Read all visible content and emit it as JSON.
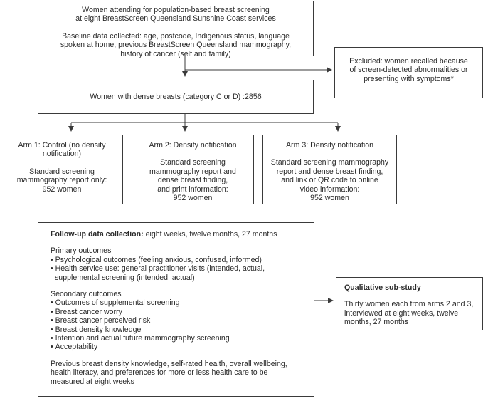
{
  "top": {
    "line1": "Women attending for population-based breast screening",
    "line2": "at eight BreastScreen Queensland Sunshine Coast services",
    "baseline1": "Baseline data collected:  age, postcode, Indigenous status, language",
    "baseline2": "spoken at home, previous BreastScreen Queensland mammography,",
    "baseline3": "history of cancer (self and family)"
  },
  "excluded": {
    "line1": "Excluded: women recalled because",
    "line2": "of screen-detected abnormalities or",
    "line3": "presenting with symptoms*"
  },
  "dense": {
    "label": "Women with dense breasts (category C or D) :2856"
  },
  "arms": [
    {
      "title1": "Arm 1: Control (no density",
      "title2": "notification)",
      "body1": "Standard screening",
      "body2": "mammography report only:",
      "body3": "952 women"
    },
    {
      "title1": "Arm 2: Density notification",
      "body1": "Standard screening",
      "body2": "mammography report and",
      "body3": "dense breast finding,",
      "body4": "and print information:",
      "body5": "952 women"
    },
    {
      "title1": "Arm 3: Density notification",
      "body1": "Standard screening mammography",
      "body2": "report and dense breast finding,",
      "body3": "and link or QR code to online",
      "body4": "video information:",
      "body5": "952 women"
    }
  ],
  "followup": {
    "heading": "Follow-up data collection:",
    "heading_rest": " eight weeks, twelve months, 27 months",
    "primary_title": "Primary outcomes",
    "primary": [
      "Psychological outcomes (feeling anxious, confused, informed)",
      "Health service use: general practitioner visits (intended, actual,"
    ],
    "primary_cont": "supplemental screening (intended, actual)",
    "secondary_title": "Secondary outcomes",
    "secondary": [
      "Outcomes of supplemental screening",
      "Breast cancer worry",
      "Breast cancer perceived risk",
      "Breast density knowledge",
      "Intention and actual future mammography screening",
      "Acceptability"
    ],
    "previous1": "Previous breast density knowledge, self-rated health, overall wellbeing,",
    "previous2": "health literacy, and preferences for more or less health care to be",
    "previous3": "measured at eight weeks"
  },
  "qualitative": {
    "title": "Qualitative sub-study",
    "line1": "Thirty women each from arms 2 and 3,",
    "line2": "interviewed at eight weeks, twelve",
    "line3": "months, 27 months"
  }
}
